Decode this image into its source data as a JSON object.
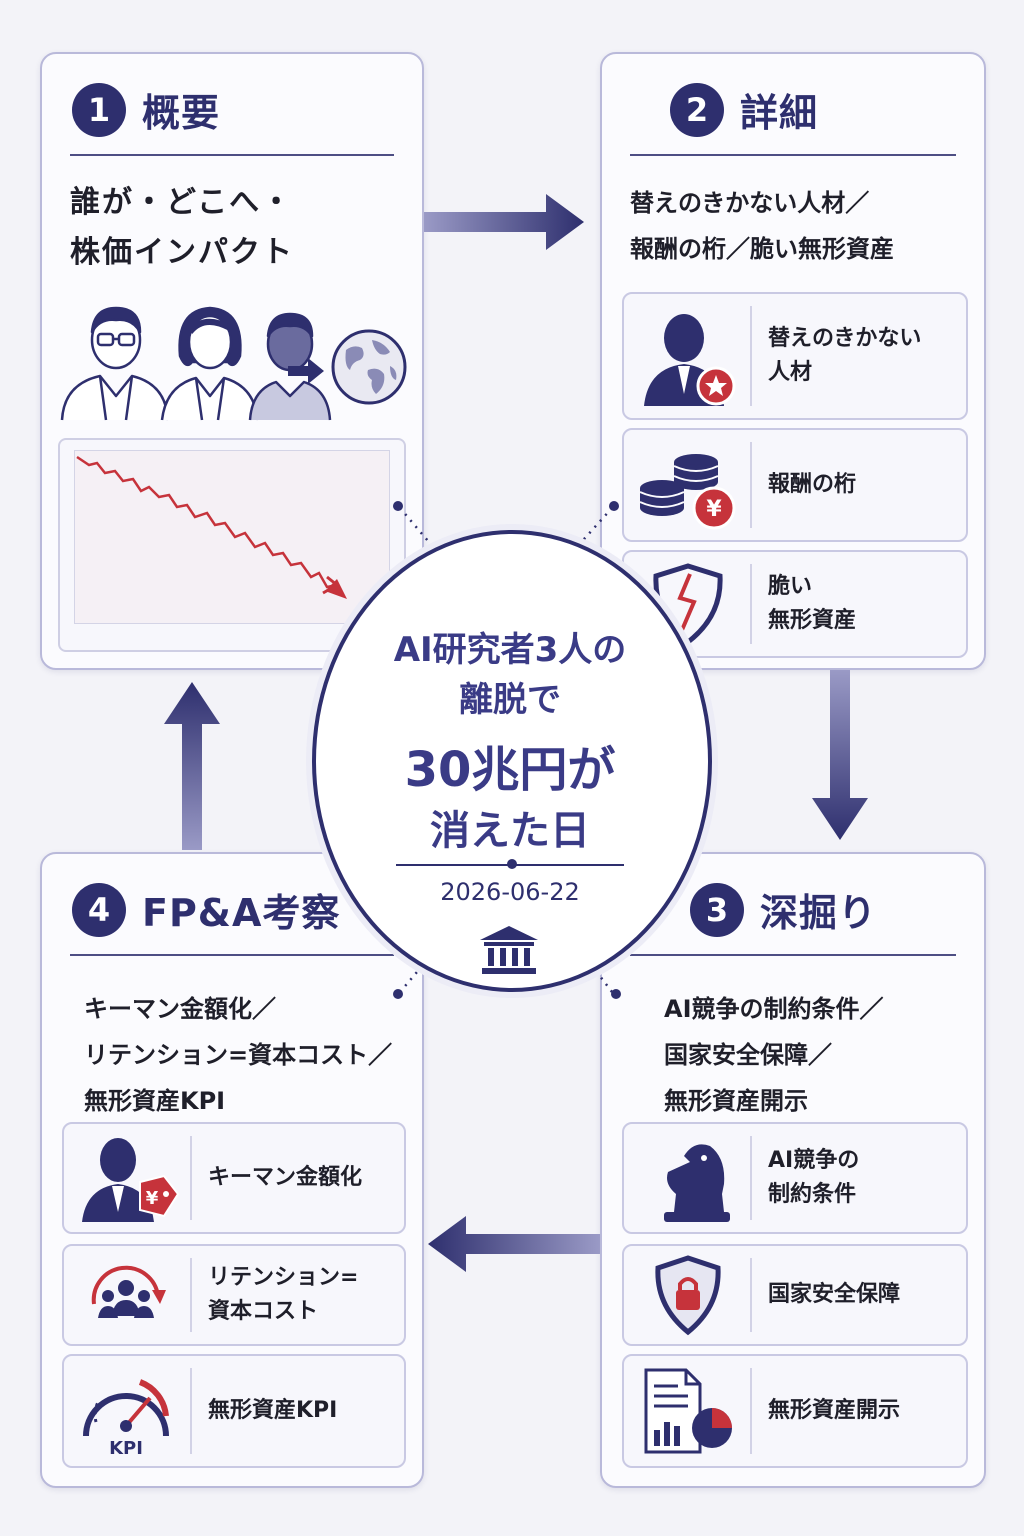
{
  "center": {
    "title_line1": "AI研究者3人の",
    "title_line2": "離脱で",
    "title_line3": "30兆円が",
    "title_line4": "消えた日",
    "date": "2026-06-22",
    "icon": "bank-icon"
  },
  "panels": [
    {
      "number": "1",
      "title": "概要",
      "subtitle_line1": "誰が・どこへ・",
      "subtitle_line2": "株価インパクト",
      "icons": [
        "researchers-icon",
        "arrow-right-icon",
        "globe-icon"
      ],
      "chart": {
        "type": "line",
        "trend": "down",
        "color": "#c6333b"
      }
    },
    {
      "number": "2",
      "title": "詳細",
      "subtitle_line1": "替えのきかない人材／",
      "subtitle_line2": "報酬の桁／脆い無形資産",
      "items": [
        {
          "label": "替えのきかない\n人材",
          "icon": "person-star-icon"
        },
        {
          "label": "報酬の桁",
          "icon": "coins-yen-icon"
        },
        {
          "label": "脆い\n無形資産",
          "icon": "broken-shield-icon"
        }
      ]
    },
    {
      "number": "3",
      "title": "深掘り",
      "subtitle_line1": "AI競争の制約条件／",
      "subtitle_line2": "国家安全保障／",
      "subtitle_line3": "無形資産開示",
      "items": [
        {
          "label": "AI競争の\n制約条件",
          "icon": "chess-knight-icon"
        },
        {
          "label": "国家安全保障",
          "icon": "shield-lock-icon"
        },
        {
          "label": "無形資産開示",
          "icon": "report-chart-icon"
        }
      ]
    },
    {
      "number": "4",
      "title": "FP&A考察",
      "subtitle_line1": "キーマン金額化／",
      "subtitle_line2": "リテンション=資本コスト／",
      "subtitle_line3": "無形資産KPI",
      "items": [
        {
          "label": "キーマン金額化",
          "icon": "person-yen-tag-icon"
        },
        {
          "label": "リテンション=\n資本コスト",
          "icon": "team-cycle-icon"
        },
        {
          "label": "無形資産KPI",
          "icon": "kpi-gauge-icon"
        }
      ],
      "gauge_label": "KPI"
    }
  ],
  "colors": {
    "navy": "#2e2f6e",
    "red": "#c6333b",
    "border": "#b9b9da"
  }
}
